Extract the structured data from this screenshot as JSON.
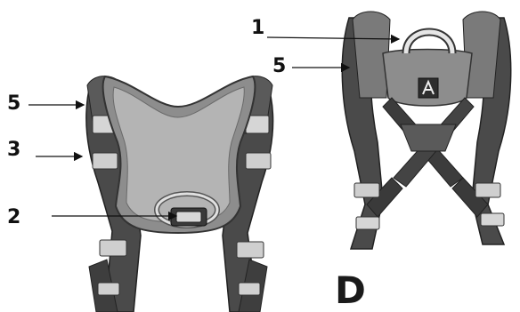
{
  "callouts": {
    "n1": "1",
    "n5_right": "5",
    "n5_left": "5",
    "n3": "3",
    "n2": "2"
  },
  "figure_letter": "D",
  "colors": {
    "strap": "#4a4a4a",
    "strap_dark": "#2e2e2e",
    "pad": "#8d8d8d",
    "pad_light": "#b4b4b4",
    "metal": "#d6d6d6",
    "ink": "#111111"
  }
}
